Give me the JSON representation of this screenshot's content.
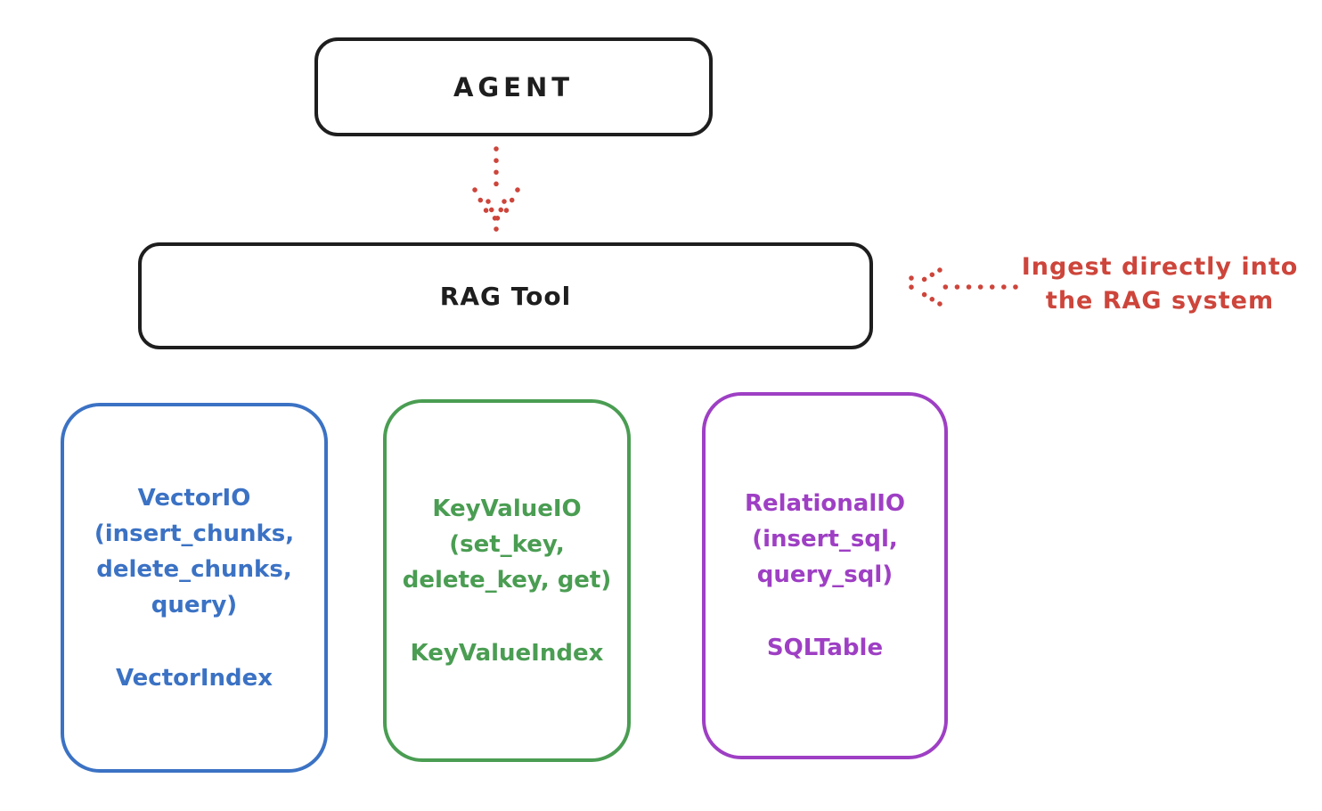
{
  "colors": {
    "black": "#1e1e1e",
    "red": "#cd453b",
    "blue": "#3b72c4",
    "green": "#4a9d52",
    "purple": "#9e3fc4",
    "background": "#ffffff"
  },
  "diagram": {
    "agent_box": {
      "label": "AGENT"
    },
    "rag_tool_box": {
      "label": "RAG Tool"
    },
    "annotation": {
      "line1": "Ingest directly into",
      "line2": "the RAG system"
    },
    "io_boxes": [
      {
        "name": "vector-io",
        "color": "#3b72c4",
        "lines": [
          "VectorIO",
          "(insert_chunks,",
          "delete_chunks,",
          "query)"
        ],
        "index_label": "VectorIndex"
      },
      {
        "name": "keyvalue-io",
        "color": "#4a9d52",
        "lines": [
          "KeyValueIO",
          "(set_key,",
          "delete_key, get)"
        ],
        "index_label": "KeyValueIndex"
      },
      {
        "name": "relational-io",
        "color": "#9e3fc4",
        "lines": [
          "RelationalIO",
          "(insert_sql,",
          "query_sql)"
        ],
        "index_label": "SQLTable"
      }
    ]
  }
}
